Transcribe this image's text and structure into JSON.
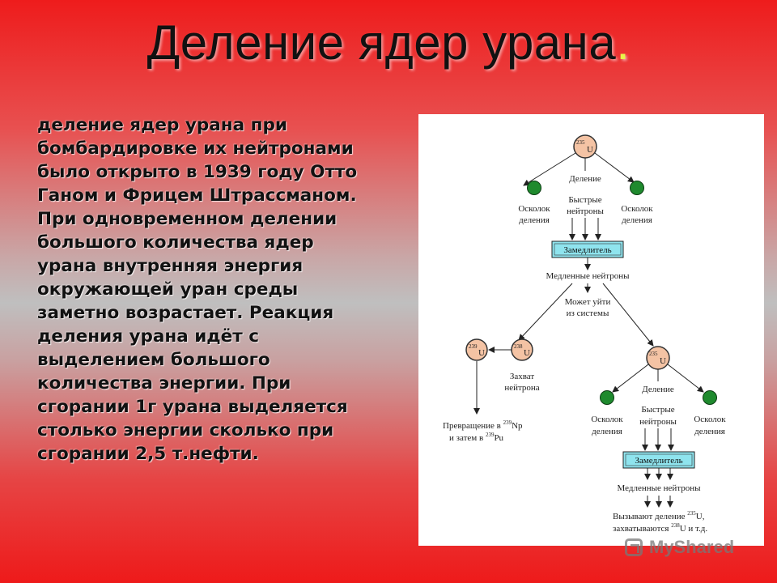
{
  "slide": {
    "title": "Деление ядер урана",
    "title_dot": ".",
    "body": "деление ядер урана при бомбардировке их нейтронами было открыто в 1939 году Отто Ганом и Фрицем Штрассманом. При одновременном делении большого количества ядер урана внутренняя энергия окружающей уран среды заметно возрастает. Реакция деления урана идёт с выделением большого количества энергии. При сгорании 1г урана выделяется столько энергии сколько при сгорании 2,5 т.нефти."
  },
  "diagram": {
    "top_nucleus": {
      "mass": "235",
      "symbol": "U"
    },
    "fission_label": "Деление",
    "fast_neutrons": [
      "Быстрые",
      "нейтроны"
    ],
    "fragment_label": [
      "Осколок",
      "деления"
    ],
    "moderator_label": "Замедлитель",
    "slow_neutrons": "Медленные нейтроны",
    "may_escape": [
      "Может уйти",
      "из системы"
    ],
    "u239": {
      "mass": "239",
      "symbol": "U"
    },
    "u238": {
      "mass": "238",
      "symbol": "U"
    },
    "capture": [
      "Захват",
      "нейтрона"
    ],
    "conversion_line1": {
      "text": "Превращение в ",
      "mass": "239",
      "symbol": "Np"
    },
    "conversion_line2": {
      "text": "и затем в ",
      "mass": "239",
      "symbol": "Pu"
    },
    "second_nucleus": {
      "mass": "235",
      "symbol": "U"
    },
    "final_line1": {
      "text": "Вызывают деление ",
      "mass": "235",
      "symbol": "U,"
    },
    "final_line2": {
      "text": "захватываются ",
      "mass": "238",
      "symbol": "U и т.д."
    },
    "colors": {
      "nucleus_fill": "#f4c3a4",
      "fragment_fill": "#1f8a2e",
      "moderator_fill": "#8fe4ee"
    }
  },
  "watermark": {
    "text": "MyShared",
    "icon": "myshared-logo-icon"
  }
}
